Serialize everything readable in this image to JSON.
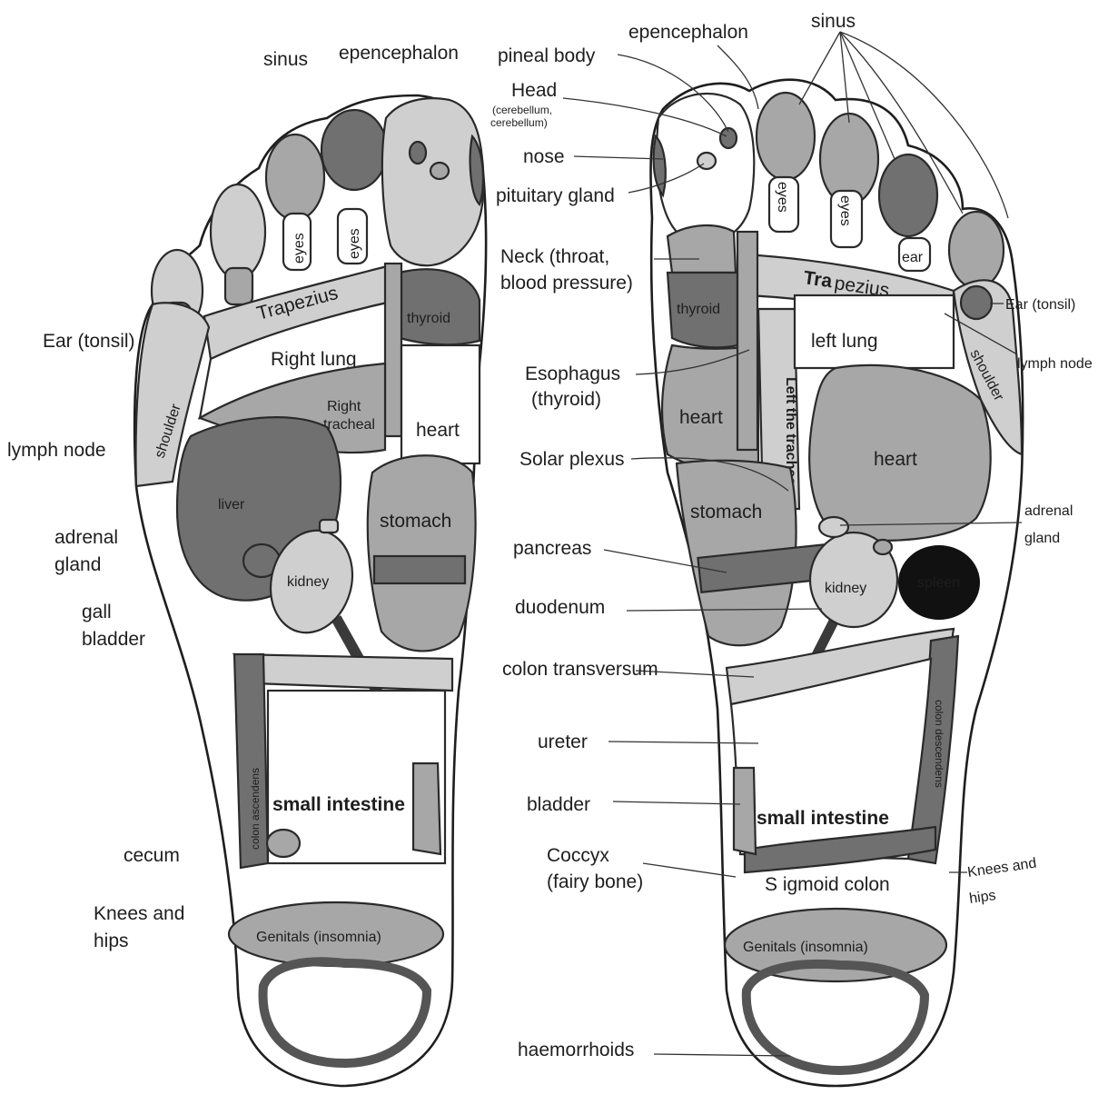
{
  "labels": {
    "sinus_left": "sinus",
    "epencephalon_left": "epencephalon",
    "pineal_body": "pineal body",
    "epencephalon_right": "epencephalon",
    "sinus_right": "sinus",
    "head": "Head",
    "head_sub_1": "(cerebellum,",
    "head_sub_2": "cerebellum)",
    "nose": "nose",
    "pituitary_gland": "pituitary gland",
    "neck_1": "Neck (throat,",
    "neck_2": "blood pressure)",
    "esophagus_1": "Esophagus",
    "esophagus_2": "(thyroid)",
    "solar_plexus": "Solar plexus",
    "pancreas": "pancreas",
    "duodenum": "duodenum",
    "colon_transversum": "colon transversum",
    "ureter": "ureter",
    "bladder": "bladder",
    "coccyx_1": "Coccyx",
    "coccyx_2": "(fairy bone)",
    "haemorrhoids": "haemorrhoids",
    "ear_tonsil_left": "Ear (tonsil)",
    "lymph_node_left": "lymph node",
    "adrenal_left_1": "adrenal",
    "adrenal_left_2": "gland",
    "gall_1": "gall",
    "gall_2": "bladder",
    "cecum": "cecum",
    "knees_left_1": "Knees and",
    "knees_left_2": "hips",
    "ear_tonsil_right": "Ear (tonsil)",
    "lymph_node_right": "lymph node",
    "adrenal_right_1": "adrenal",
    "adrenal_right_2": "gland",
    "knees_right_1": "Knees and",
    "knees_right_2": "hips"
  },
  "left_foot": {
    "eyes_1": "eyes",
    "eyes_2": "eyes",
    "trapezius": "Trapezius",
    "thyroid": "thyroid",
    "shoulder": "shoulder",
    "right_lung": "Right lung",
    "right_tracheal_1": "Right",
    "right_tracheal_2": "tracheal",
    "heart": "heart",
    "liver": "liver",
    "stomach": "stomach",
    "kidney": "kidney",
    "ascending_colon": "colon ascendens",
    "small_intestine": "small intestine",
    "genitals": "Genitals (insomnia)"
  },
  "right_foot": {
    "eyes_1": "eyes",
    "eyes_2": "eyes",
    "ear": "ear",
    "trapezius_1": "Tra",
    "trapezius_2": "pezius",
    "shoulder": "shoulder",
    "thyroid": "thyroid",
    "left_lung": "left lung",
    "left_trachea": "Left the trachea",
    "heart_large": "heart",
    "heart_small": "heart",
    "stomach": "stomach",
    "kidney": "kidney",
    "spleen": "spleen",
    "small_intestine": "small intestine",
    "descending_colon": "colon descendens",
    "sigmoid_colon": "S igmoid colon",
    "genitals": "Genitals (insomnia)"
  },
  "colors": {
    "zone_mid": "#a7a7a7",
    "zone_dark": "#707070",
    "zone_light": "#cfcfcf",
    "spleen": "#111111",
    "outline": "#1e1e1e"
  }
}
